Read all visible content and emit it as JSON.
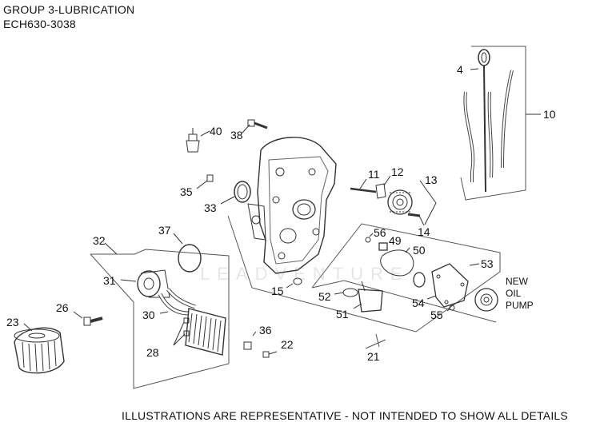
{
  "header": {
    "title_line1": "GROUP 3-LUBRICATION",
    "title_line2": "ECH630-3038"
  },
  "watermark": "LEADVENTURE",
  "callouts": {
    "c4": "4",
    "c10": "10",
    "c11": "11",
    "c12": "12",
    "c13": "13",
    "c14": "14",
    "c15": "15",
    "c21": "21",
    "c22": "22",
    "c23": "23",
    "c26": "26",
    "c28": "28",
    "c30": "30",
    "c31": "31",
    "c32": "32",
    "c33": "33",
    "c35": "35",
    "c36": "36",
    "c37": "37",
    "c38": "38",
    "c40": "40",
    "c49": "49",
    "c50": "50",
    "c51": "51",
    "c52": "52",
    "c53": "53",
    "c54": "54",
    "c55": "55",
    "c56": "56"
  },
  "note": {
    "line1": "NEW",
    "line2": "OIL",
    "line3": "PUMP"
  },
  "footer": "ILLUSTRATIONS ARE REPRESENTATIVE - NOT INTENDED TO SHOW ALL DETAILS"
}
